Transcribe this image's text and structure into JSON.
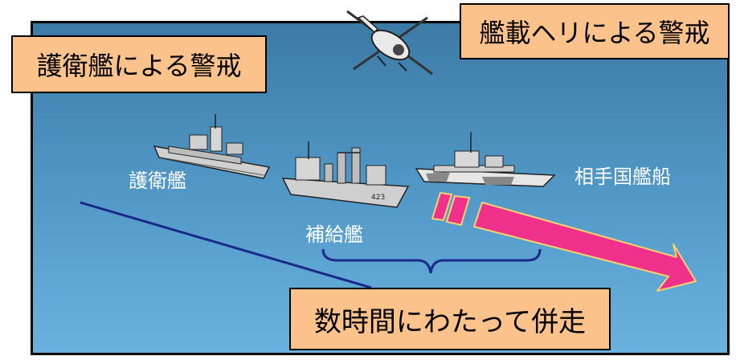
{
  "callouts": {
    "escort_watch": "護衛艦による警戒",
    "helicopter_watch": "艦載ヘリによる警戒",
    "parallel_sailing": "数時間にわたって併走"
  },
  "ships": {
    "escort_label": "護衛艦",
    "supply_label": "補給艦",
    "other_country_label": "相手国艦船"
  },
  "hull_number": "423",
  "colors": {
    "callout_fill": "#fbc28c",
    "sea_top": "#3c7aa6",
    "sea_bottom": "#69b2e0",
    "arrow": "#f0318c",
    "brace": "#1a2a8a",
    "escort_line": "#1a2a8a"
  },
  "icons": [
    "helicopter-icon",
    "escort-ship-icon",
    "supply-ship-icon",
    "foreign-ship-icon",
    "movement-arrow-icon"
  ]
}
